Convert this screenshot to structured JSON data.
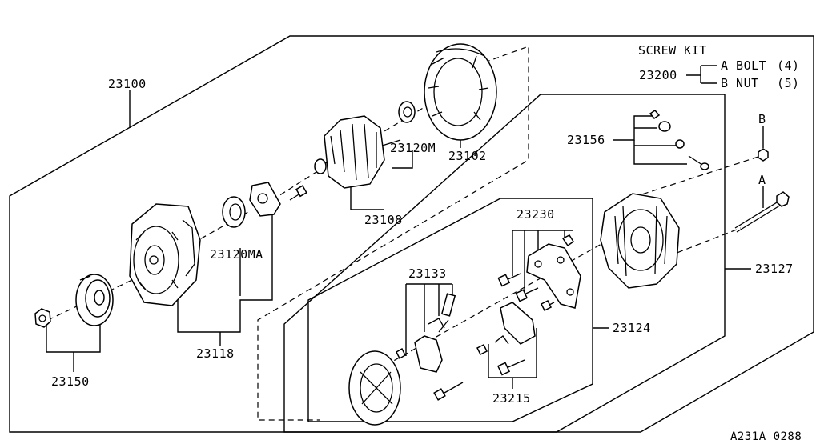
{
  "screw_kit": {
    "title": "SCREW KIT",
    "part": "23200",
    "a_label": "A BOLT",
    "a_qty": "(4)",
    "b_label": "B NUT",
    "b_qty": "(5)"
  },
  "callouts": {
    "p23100": "23100",
    "p23102": "23102",
    "p23120m": "23120M",
    "p23108": "23108",
    "p23120ma": "23120MA",
    "p23118": "23118",
    "p23150": "23150",
    "p23156": "23156",
    "p23230": "23230",
    "p23133": "23133",
    "p23124": "23124",
    "p23127": "23127",
    "p23215": "23215",
    "ref_a": "A",
    "ref_b": "B"
  },
  "diagram_code": "A231A 0288"
}
